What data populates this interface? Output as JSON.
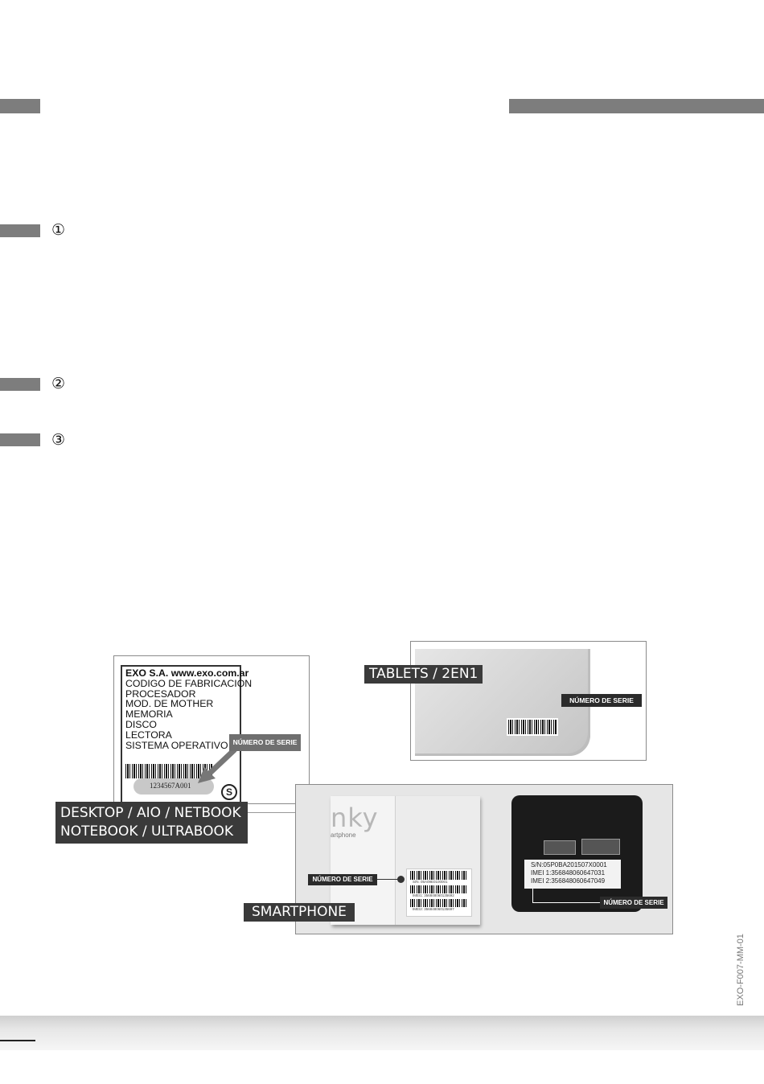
{
  "steps": {
    "one": "①",
    "two": "②",
    "three": "③"
  },
  "desktop_label": {
    "lines": [
      "EXO S.A. www.exo.com.ar",
      "CODIGO DE FABRICACION",
      "PROCESADOR",
      "MOD. DE MOTHER",
      "MEMORIA",
      "DISCO",
      "LECTORA",
      "SISTEMA OPERATIVO"
    ],
    "serial": "1234567A001",
    "seal": "S"
  },
  "serial_tag": "NÚMERO DE SERIE",
  "category_tags": {
    "desktop_line1": "DESKTOP / AIO / NETBOOK",
    "desktop_line2": "NOTEBOOK / ULTRABOOK",
    "tablets": "TABLETS / 2EN1",
    "smartphone": "SMARTPHONE"
  },
  "smartphone_box": {
    "brand_partial": "nky",
    "sub_partial": "artphone",
    "sticker_lines": [
      "S/N: 05A09E0100001",
      "IMEI1: 356848060135692",
      "IMEI2: 356848060135697"
    ]
  },
  "phone_sticker": {
    "lines": [
      "S/N:05P0BA201507X0001",
      "IMEI 1:356848060647031",
      "IMEI 2:356848060647049"
    ]
  },
  "doc_code": "EXO-F007-MM-01"
}
